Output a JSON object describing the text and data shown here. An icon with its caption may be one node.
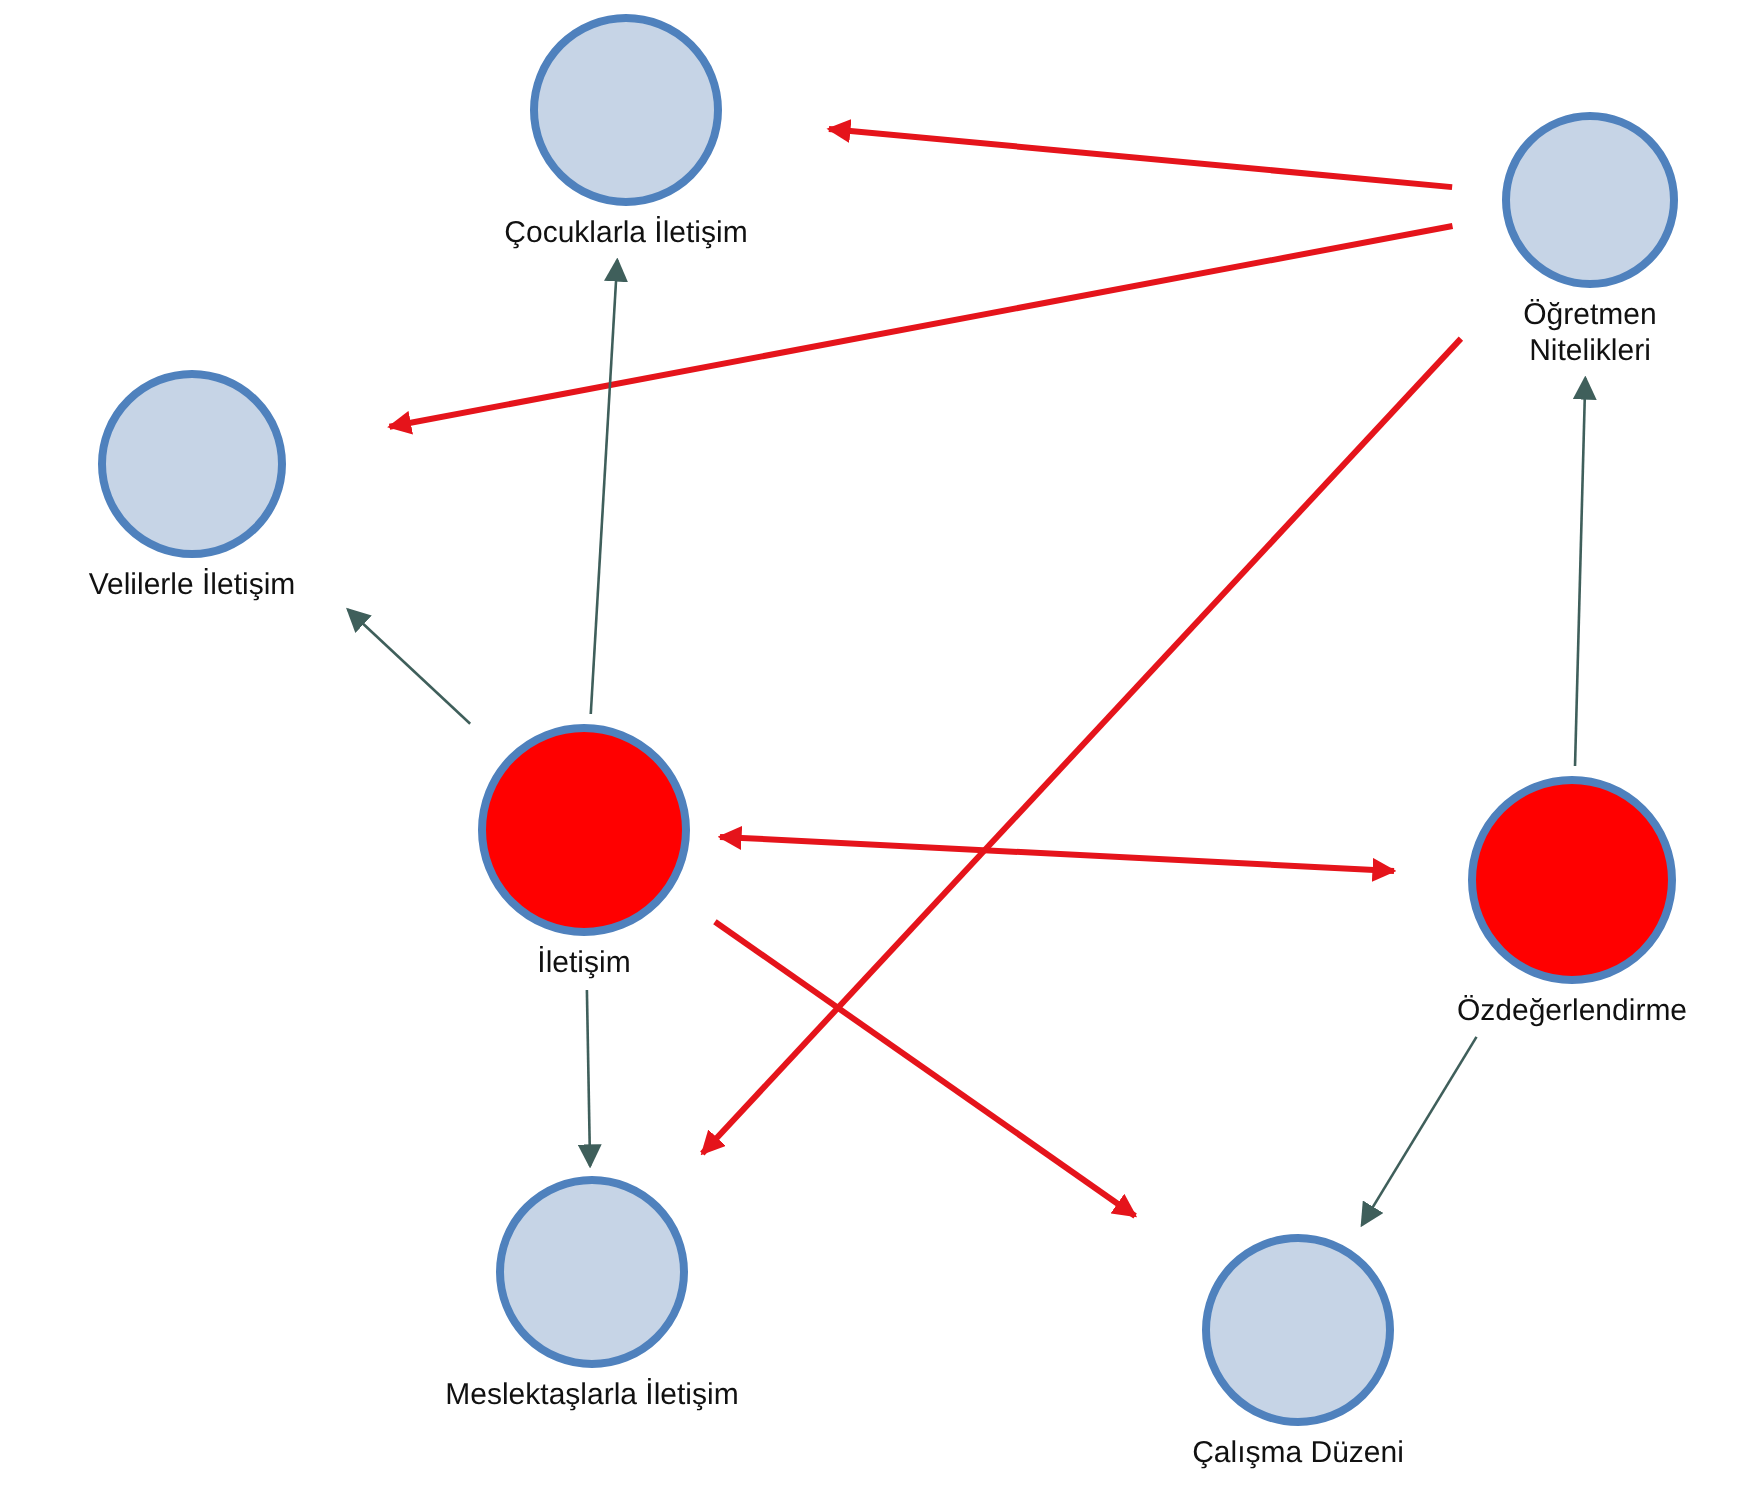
{
  "diagram": {
    "nodes": [
      {
        "text": [
          "Çocuklarla İletişim"
        ]
      },
      {
        "text": [
          "Öğretmen Nitelikleri"
        ]
      },
      {
        "text": [
          "Velilerle İletişim"
        ]
      },
      {
        "text": [
          "İletişim"
        ]
      },
      {
        "text": [
          "Özdeğerlendirme"
        ]
      },
      {
        "text": [
          "Meslektaşlarla İletişim"
        ]
      },
      {
        "text": [
          "Çalışma Düzeni"
        ]
      }
    ],
    "edges": [
      {
        "from": 1,
        "to": 0,
        "arrow": "to",
        "style": "thick"
      },
      {
        "from": 1,
        "to": 2,
        "arrow": "to",
        "style": "thick"
      },
      {
        "from": 1,
        "to": 5,
        "arrow": "to",
        "style": "thick"
      },
      {
        "from": 3,
        "to": 4,
        "arrow": "both",
        "style": "thick"
      },
      {
        "from": 3,
        "to": 6,
        "arrow": "to",
        "style": "thick"
      },
      {
        "from": 3,
        "to": 0,
        "arrow": "to",
        "color": "#3f5f5b"
      },
      {
        "from": 3,
        "to": 2,
        "arrow": "to",
        "color": "#3f5f5b"
      },
      {
        "from": 3,
        "to": 5,
        "arrow": "to",
        "color": "#3f5f5b"
      },
      {
        "from": 4,
        "to": 1,
        "arrow": "to",
        "color": "#3f5f5b"
      },
      {
        "from": 4,
        "to": 6,
        "arrow": "to",
        "color": "#3f5f5b"
      }
    ]
  }
}
